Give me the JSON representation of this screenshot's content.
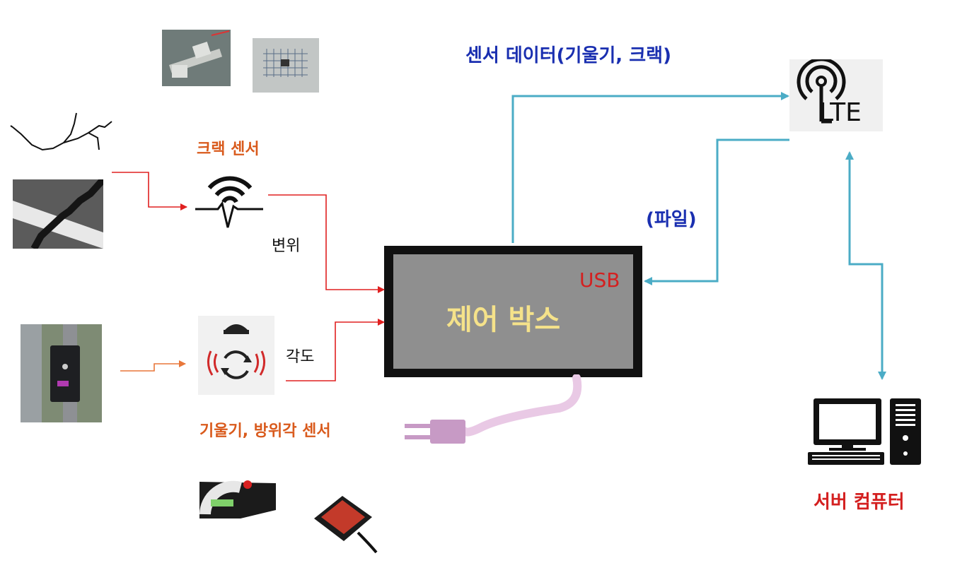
{
  "labels": {
    "crack_sensor": "크랙 센서",
    "tilt_sensor": "기울기, 방위각 센서",
    "displacement": "변위",
    "angle": "각도",
    "sensor_data": "센서 데이터(기울기, 크랙)",
    "file": "(파일)",
    "usb": "USB",
    "control_box": "제어 박스",
    "server_computer": "서버 컴퓨터",
    "lte": "LTE"
  },
  "colors": {
    "red_arrow": "#e02020",
    "orange_arrow": "#e8773a",
    "teal_arrow": "#4bacc6",
    "label_orange": "#d95a1c",
    "label_blue": "#1a2fb0",
    "label_red": "#d42020",
    "control_box_text": "#f5e28a"
  },
  "icons": {
    "crack_sensor": "wifi-displacement-icon",
    "tilt_sensor": "tilt-rotation-icon",
    "lte": "lte-antenna-icon",
    "server": "desktop-computer-icon"
  }
}
